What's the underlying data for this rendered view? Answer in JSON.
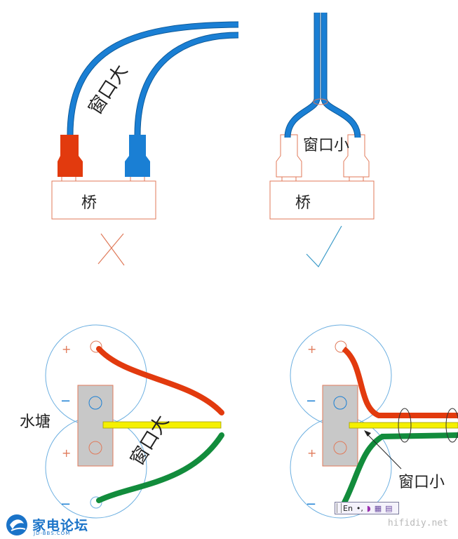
{
  "labels": {
    "big_opening": "窗口大",
    "small_opening": "窗口小",
    "bridge": "桥",
    "pond": "水塘",
    "plus": "+",
    "minus": "−"
  },
  "marks": {
    "wrong_icon": "cross-icon",
    "right_icon": "check-icon"
  },
  "ime_toolbar": {
    "lang": "En",
    "punct": "•,",
    "moon": "◗",
    "keyboard": "▦",
    "menu": "▤"
  },
  "logo": {
    "text": "家电论坛",
    "sub": "JD-BBS.COM"
  },
  "watermark": "hifidiy.net",
  "colors": {
    "blue_wire": "#1a7fd4",
    "red": "#e23a0e",
    "green": "#128c3c",
    "yellow": "#f5f000",
    "outline": "#e07a5a",
    "thin_blue": "#6aaee0",
    "plate": "#c8c8c8",
    "check": "#3a9ac8"
  }
}
